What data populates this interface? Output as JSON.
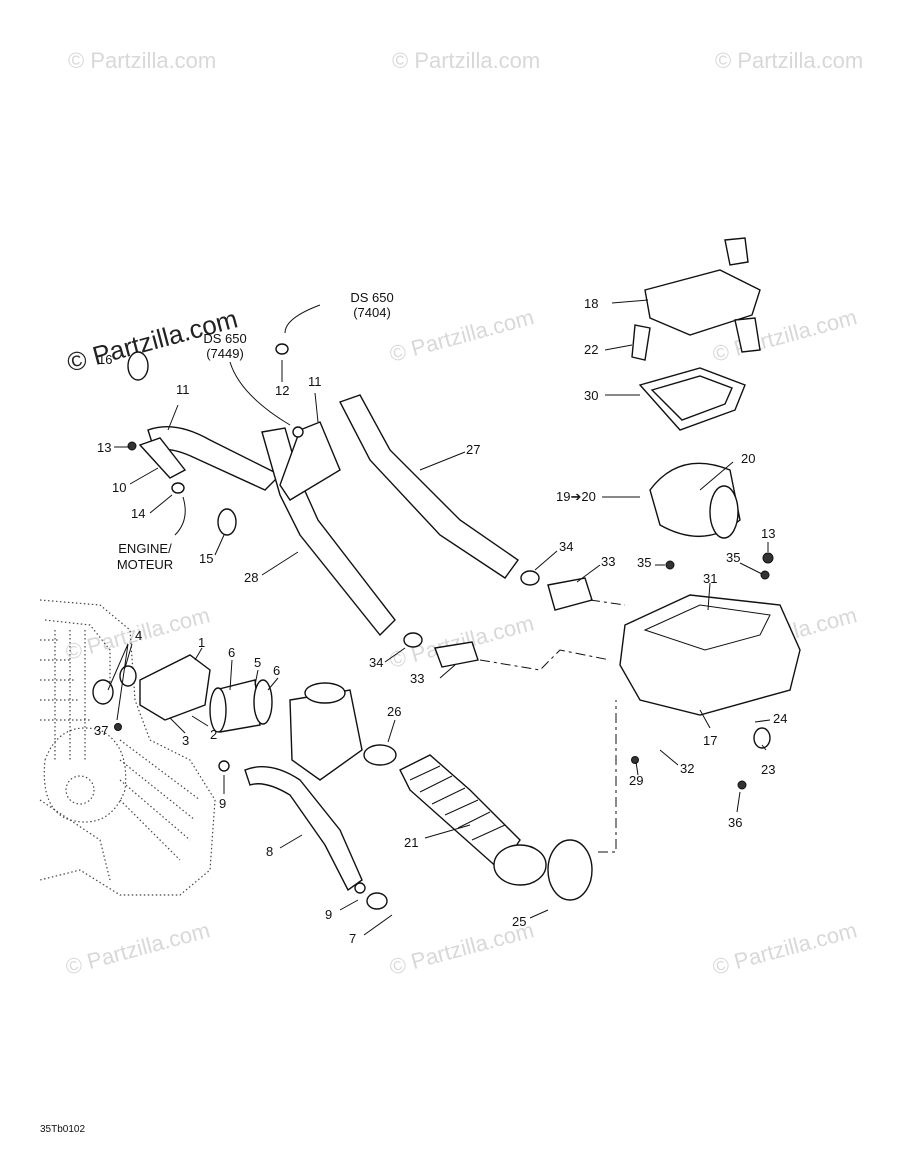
{
  "watermarks": {
    "text": "© Partzilla.com",
    "brand": "© Partzilla.com"
  },
  "drawing_code": "35Tb0102",
  "variants": [
    {
      "model": "DS 650",
      "code": "(7404)"
    },
    {
      "model": "DS 650",
      "code": "(7449)"
    }
  ],
  "engine_label": [
    "ENGINE/",
    "MOTEUR"
  ],
  "callouts": {
    "c1": "1",
    "c2": "2",
    "c3": "3",
    "c4": "4",
    "c5": "5",
    "c6a": "6",
    "c6b": "6",
    "c7": "7",
    "c8": "8",
    "c9a": "9",
    "c9b": "9",
    "c10": "10",
    "c11a": "11",
    "c11b": "11",
    "c12": "12",
    "c13a": "13",
    "c13b": "13",
    "c14": "14",
    "c15": "15",
    "c16": "16",
    "c17": "17",
    "c18": "18",
    "c19": "19➔20",
    "c20": "20",
    "c21": "21",
    "c22": "22",
    "c23": "23",
    "c24": "24",
    "c25": "25",
    "c26": "26",
    "c27": "27",
    "c28": "28",
    "c29": "29",
    "c30": "30",
    "c31": "31",
    "c32": "32",
    "c33a": "33",
    "c33b": "33",
    "c34a": "34",
    "c34b": "34",
    "c35a": "35",
    "c35b": "35",
    "c36": "36",
    "c37": "37"
  }
}
